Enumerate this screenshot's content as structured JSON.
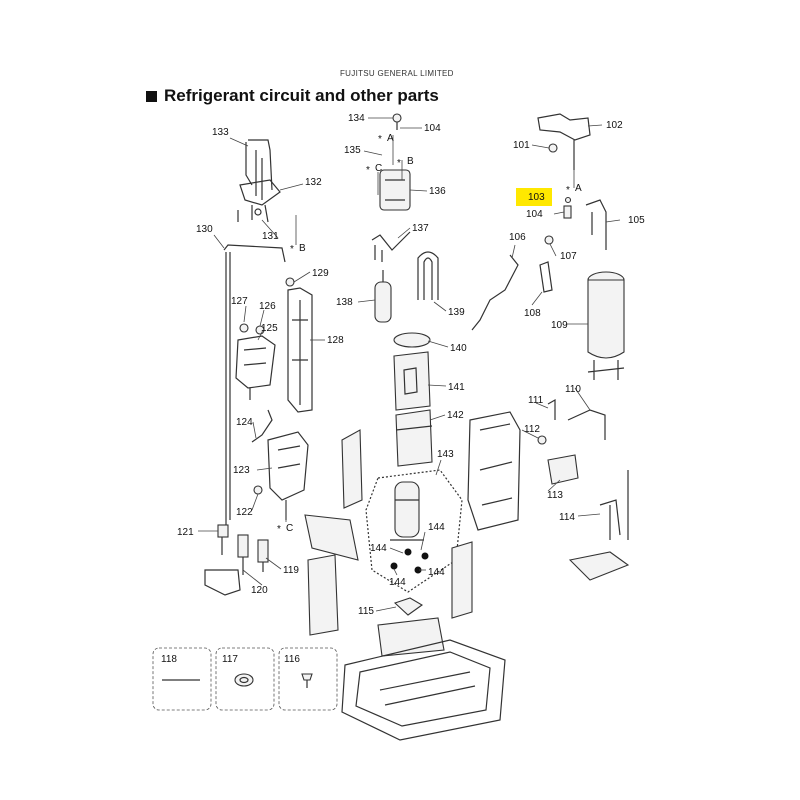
{
  "header": {
    "company": "FUJITSU GENERAL LIMITED",
    "title": "Refrigerant circuit and other parts"
  },
  "highlight_color": "#ffe800",
  "highlighted_part": "103",
  "callouts": {
    "101": "101",
    "102": "102",
    "103": "103",
    "104": "104",
    "104b": "104",
    "105": "105",
    "106": "106",
    "107": "107",
    "108": "108",
    "109": "109",
    "110": "110",
    "111": "111",
    "112": "112",
    "113": "113",
    "114": "114",
    "115": "115",
    "116": "116",
    "117": "117",
    "118": "118",
    "119": "119",
    "120": "120",
    "121": "121",
    "122": "122",
    "123": "123",
    "124": "124",
    "125": "125",
    "126": "126",
    "127": "127",
    "128": "128",
    "129": "129",
    "130": "130",
    "131": "131",
    "132": "132",
    "133": "133",
    "134": "134",
    "135": "135",
    "136": "136",
    "137": "137",
    "138": "138",
    "139": "139",
    "140": "140",
    "141": "141",
    "142": "142",
    "143": "143",
    "144a": "144",
    "144b": "144",
    "144c": "144",
    "144d": "144"
  },
  "connection_marks": {
    "a_top": "A",
    "b_top": "B",
    "c_top": "C",
    "a_right": "A",
    "b_left": "B",
    "c_left": "C",
    "star": "*"
  }
}
